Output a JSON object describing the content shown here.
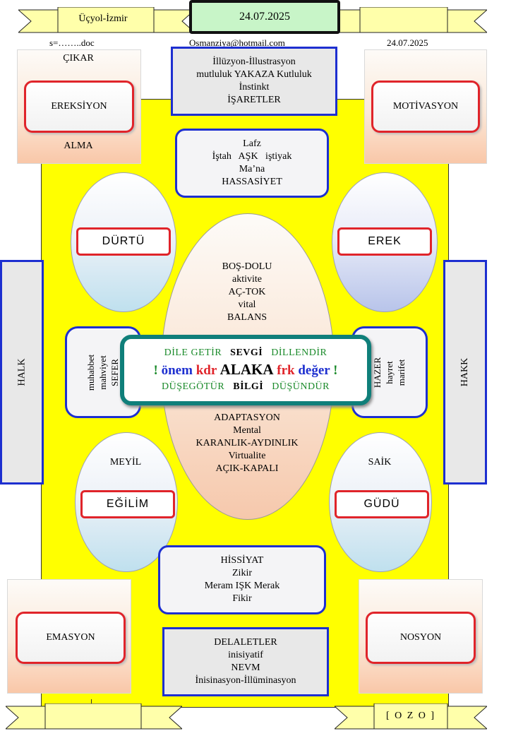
{
  "header": {
    "location": "Üçyol-İzmir",
    "date_box": "24.07.2025",
    "filename": "s=……..doc",
    "email": "Osmanziya@hotmail.com",
    "date_right": "24.07.2025"
  },
  "top_left": {
    "top": "ÇIKAR",
    "label": "EREKSİYON",
    "bottom": "ALMA"
  },
  "top_right": {
    "label": "MOTİVASYON"
  },
  "top_center": {
    "lines": [
      "İllüzyon-İllustrasyon",
      "mutluluk YAKAZA Kutluluk",
      "İnstinkt",
      "İŞARETLER"
    ]
  },
  "upper_box": {
    "lines": [
      "Lafz",
      "İştah   AŞK   iştiyak",
      "Ma’na",
      "HASSASİYET"
    ]
  },
  "ellipses": {
    "upper_left": "DÜRTÜ",
    "upper_right": "EREK",
    "lower_left_top": "MEYİL",
    "lower_left": "EĞİLİM",
    "lower_right_top": "SAİK",
    "lower_right": "GÜDÜ"
  },
  "center_oval": {
    "upper": [
      "BOŞ-DOLU",
      "aktivite",
      "AÇ-TOK",
      "vital",
      "BALANS"
    ],
    "lower": [
      "ADAPTASYON",
      "Mental",
      "KARANLIK-AYDINLIK",
      "Virtualite",
      "AÇIK-KAPALI"
    ]
  },
  "center_box": {
    "row1": {
      "a": "DİLE GETİR",
      "b": "SEVGİ",
      "c": "DİLLENDİR"
    },
    "row2": {
      "ex1": "!",
      "w1": "önem",
      "w2": "kdr",
      "w3": "ALAKA",
      "w4": "frk",
      "w5": "değer",
      "ex2": "!"
    },
    "row3": {
      "a": "DÜŞEGÖTÜR",
      "b": "BİLGİ",
      "c": "DÜŞÜNDÜR"
    }
  },
  "side_left": {
    "lines": [
      "muhabbet",
      "mahviyet",
      "SEFER"
    ]
  },
  "side_right": {
    "lines": [
      "HAZER",
      "hayret",
      "marifet"
    ]
  },
  "far_left": "HALK",
  "far_right": "HAKK",
  "lower_box": {
    "lines": [
      "HİSSİYAT",
      "Zikir",
      "Meram IŞK Merak",
      "Fikir"
    ]
  },
  "bottom_left": {
    "label": "EMASYON"
  },
  "bottom_right": {
    "label": "NOSYON"
  },
  "bottom_center": {
    "lines": [
      "DELALETLER",
      "inisiyatif",
      "NEVM",
      "İnisinasyon-İllüminasyon"
    ]
  },
  "bottom_ribbon": "[ O Z O ]",
  "colors": {
    "yellow": "#ffff00",
    "blue": "#1d2fd0",
    "red": "#e0242a",
    "teal": "#0f7f7a",
    "green": "#1a8a2a"
  }
}
